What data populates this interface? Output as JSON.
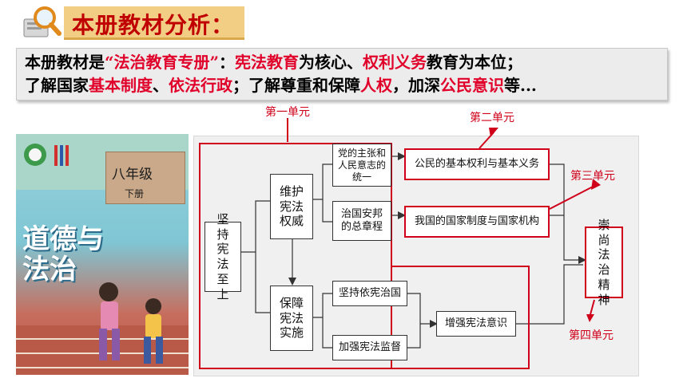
{
  "header": {
    "title": "本册教材分析："
  },
  "summary": {
    "line1": [
      {
        "text": "本册教材是",
        "hl": false
      },
      {
        "text": "“法治教育专册”",
        "hl": true
      },
      {
        "text": "：",
        "hl": false
      },
      {
        "text": "宪法教育",
        "hl": true
      },
      {
        "text": "为核心、",
        "hl": false
      },
      {
        "text": "权利义务",
        "hl": true
      },
      {
        "text": "教育为本位；",
        "hl": false
      }
    ],
    "line2": [
      {
        "text": "了解国家",
        "hl": false
      },
      {
        "text": "基本制度",
        "hl": true
      },
      {
        "text": "、",
        "hl": false
      },
      {
        "text": "依法行政",
        "hl": true
      },
      {
        "text": "；了解尊重和保障",
        "hl": false
      },
      {
        "text": "人权",
        "hl": true
      },
      {
        "text": "，加深",
        "hl": false
      },
      {
        "text": "公民意识",
        "hl": true
      },
      {
        "text": "等...",
        "hl": false
      }
    ]
  },
  "cover": {
    "grade": "八年级",
    "volume": "下册",
    "title_line1": "道德与",
    "title_line2": "法治"
  },
  "diagram": {
    "root": "坚持宪法至上",
    "branch1": "维护宪法权威",
    "branch2": "保障宪法实施",
    "leaf1": "党的主张和人民意志的统一",
    "leaf2": "治国安邦的总章程",
    "leaf3": "坚持依宪治国",
    "leaf4": "加强宪法监督",
    "target1": "公民的基本权利与基本义务",
    "target2": "我国的国家制度与国家机构",
    "target3": "增强宪法意识",
    "final": "崇尚法治精神",
    "unit1": "第一单元",
    "unit2": "第二单元",
    "unit3": "第三单元",
    "unit4": "第四单元"
  },
  "colors": {
    "accent_red": "#d0001a",
    "header_bg": "#f2ce84",
    "title_red": "#c00000"
  }
}
